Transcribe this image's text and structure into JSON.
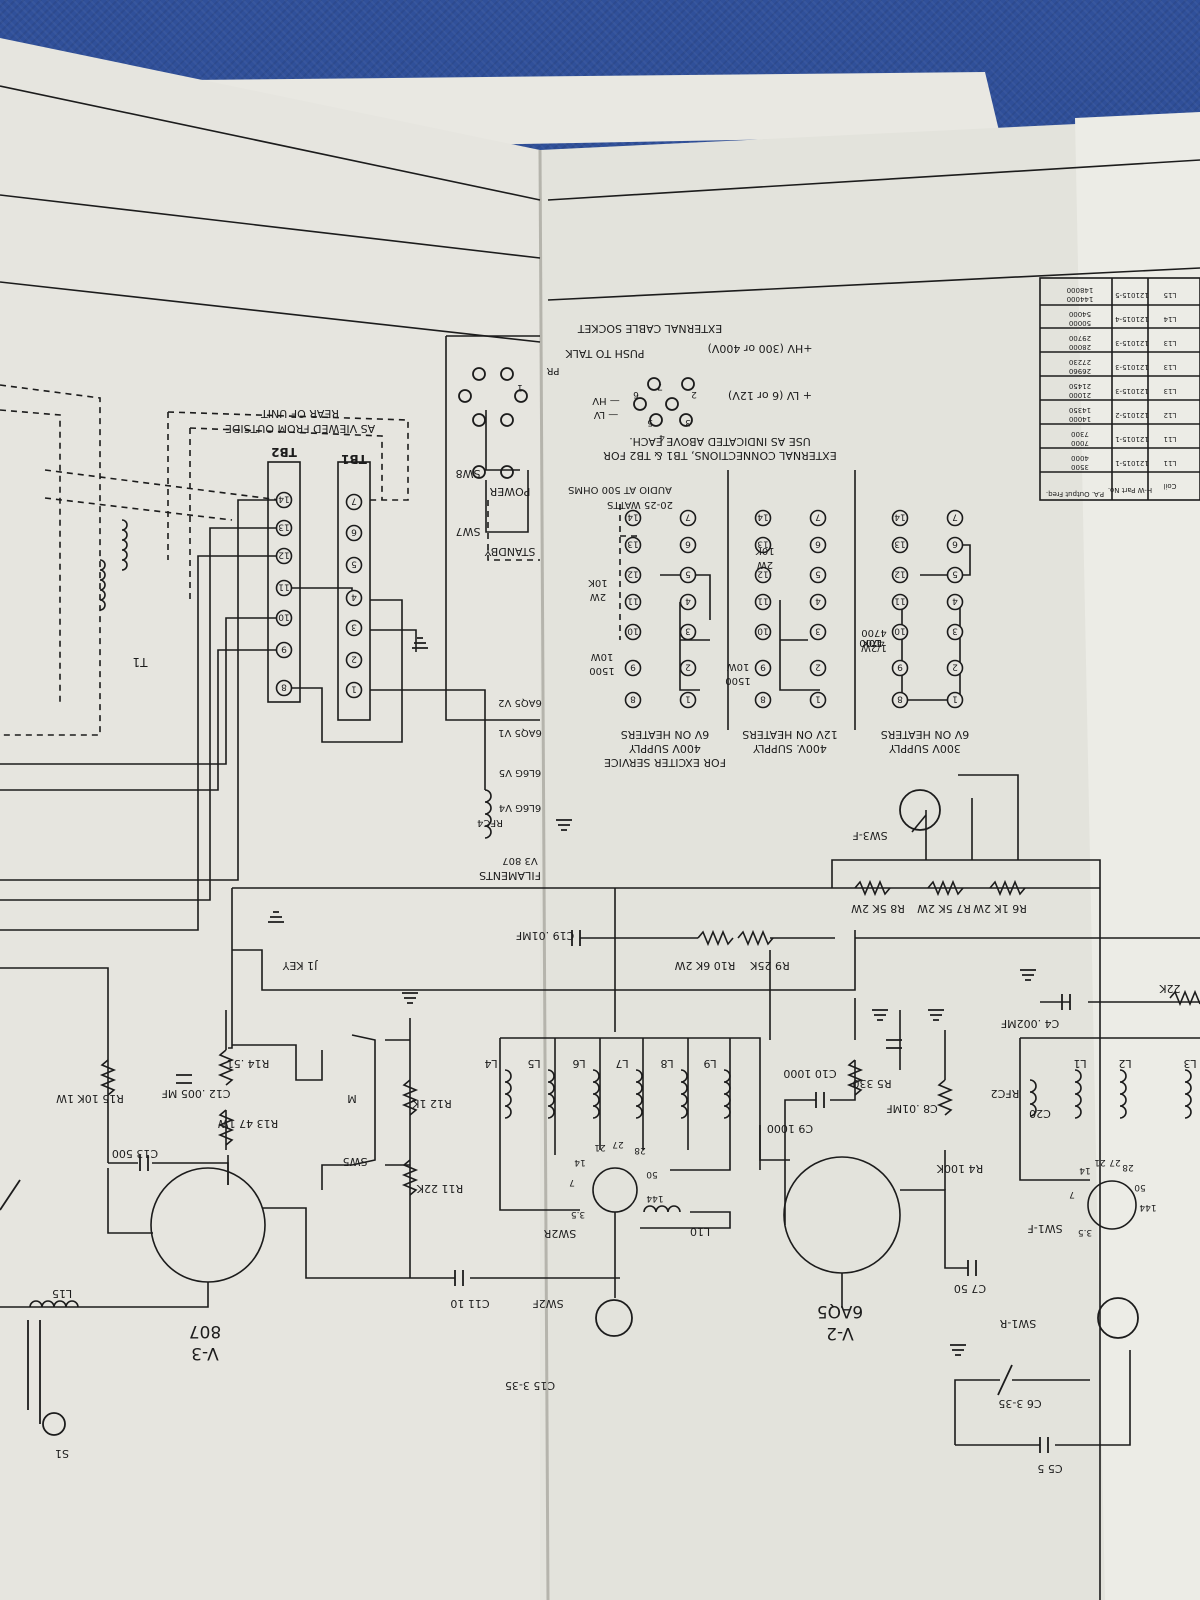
{
  "document": {
    "terminal_boards": {
      "tb1_label": "TB1",
      "tb2_label": "TB2",
      "tb1_terminals": [
        "1",
        "2",
        "3",
        "4",
        "5",
        "6",
        "7"
      ],
      "tb2_terminals": [
        "8",
        "9",
        "10",
        "11",
        "12",
        "13",
        "14"
      ],
      "rear_view_note": [
        "AS VIEWED FROM OUTSIDE",
        "REAR OF UNIT"
      ],
      "transformer": "T1"
    },
    "switches": {
      "sw7": "SW7",
      "sw8": "SW8",
      "standby": "STANDBY",
      "power": "POWER"
    },
    "cable_socket": {
      "title": "EXTERNAL CABLE SOCKET",
      "pins": [
        "1",
        "2",
        "3",
        "4",
        "5",
        "6",
        "7",
        "8"
      ],
      "hv": "+HV (300 or 400V)",
      "lv": "+ LV (6 or 12V)",
      "push_to_talk": "PUSH TO TALK",
      "minus_hv": "— HV",
      "minus_lv": "— LV",
      "pr": "PR"
    },
    "external_connections": {
      "note": [
        "EXTERNAL CONNECTIONS, TB1 & TB2 FOR",
        "USE AS INDICATED ABOVE EACH."
      ],
      "configs": [
        {
          "title": [
            "300V SUPPLY",
            "6V ON HEATERS"
          ],
          "resistor": "4700",
          "rating": "1/2W"
        },
        {
          "title": [
            "400V. SUPPLY",
            "12V ON HEATERS"
          ],
          "resistor": "10K",
          "rating": "2W",
          "resistor2": "1500",
          "rating2": "10W"
        },
        {
          "title": [
            "FOR EXCITER SERVICE",
            "400V SUPPLY",
            "6V ON HEATERS"
          ],
          "resistor": "10K",
          "rating": "2W",
          "resistor2": "1500",
          "rating2": "10W",
          "audio": "20-25 WATTS",
          "audio2": "AUDIO AT 500 OHMS"
        }
      ]
    },
    "table": {
      "headers": [
        "P.A. Output Freq.",
        "H-W Part No.",
        "Coil"
      ],
      "rows": [
        [
          "3500",
          "4000",
          "121015-1",
          "L11"
        ],
        [
          "7000",
          "7300",
          "121015-1",
          "L11"
        ],
        [
          "14000",
          "14350",
          "121015-2",
          "L12"
        ],
        [
          "21000",
          "21450",
          "121015-3",
          "L13"
        ],
        [
          "26960",
          "27230",
          "121015-3",
          "L13"
        ],
        [
          "28000",
          "29700",
          "121015-3",
          "L13"
        ],
        [
          "50000",
          "54000",
          "121015-4",
          "L14"
        ],
        [
          "144000",
          "148000",
          "121015-5",
          "L15"
        ]
      ]
    },
    "tubes": {
      "v3": {
        "name": "V-3",
        "type": "807"
      },
      "v2": {
        "name": "V-2",
        "type": "6AQ5"
      }
    },
    "filaments": {
      "title": "FILAMENTS",
      "items": [
        "V3 807",
        "RFC4",
        "6L6G V4",
        "6L6G V5",
        "6AQ5 V1",
        "6AQ5 V2"
      ]
    },
    "components": {
      "r6": "R6 1K 2W",
      "r7": "R7 5K 2W",
      "r8": "R8 5K 2W",
      "r9": "R9 25K",
      "r10": "R10 6K 2W",
      "c19": "C19 .01MF",
      "j1": "J1 KEY",
      "r13": "R13 47 1W",
      "r14": "R14 .51",
      "c12": "C12 .005 MF",
      "r15": "R15 10K 1W",
      "c13": "C13 500",
      "m": "M",
      "sw5": "SW5",
      "r12": "R12 1K",
      "r11": "R11 22K",
      "c11": "C11 10",
      "l15": "L15",
      "s1": "S1",
      "c15": "C15 3-35",
      "sw2f": "SW2F",
      "sw2r": "SW2R",
      "l10": "L10",
      "coils_left": [
        "L4",
        "L5",
        "L6",
        "L7",
        "L8",
        "L9"
      ],
      "c10": "C10 1000",
      "c9": "C9 1000",
      "r5": "R5 330",
      "c8": "C8 .01MF",
      "r4": "R4 100K",
      "c7": "C7 50",
      "sw3f": "SW3-F",
      "rfc2": "RFC2",
      "c20": "C20",
      "c4": "C4 .002MF",
      "r22k": "22K",
      "l1": "L1",
      "l2": "L2",
      "l3": "L3",
      "sw1f": "SW1-F",
      "sw1r": "SW1-R",
      "c6": "C6 3-35",
      "c5": "C5 5",
      "taps": [
        "3.5",
        "7",
        "14",
        "21",
        "27",
        "28",
        "50",
        "144"
      ]
    }
  }
}
